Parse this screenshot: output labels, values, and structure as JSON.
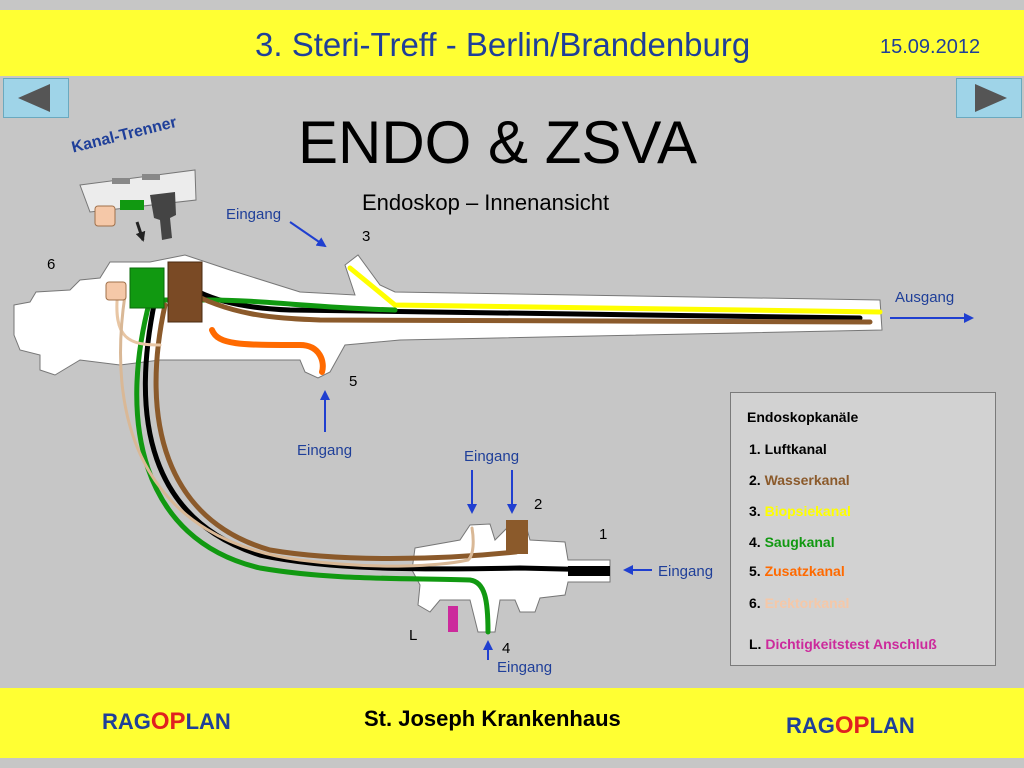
{
  "header": {
    "title": "3. Steri-Treff - Berlin/Brandenburg",
    "date": "15.09.2012"
  },
  "nav": {
    "prev_icon": "triangle-left-icon",
    "next_icon": "triangle-right-icon"
  },
  "main": {
    "title": "ENDO & ZSVA",
    "subtitle": "Endoskop – Innenansicht",
    "kanal_trenner": "Kanal-Trenner"
  },
  "labels": {
    "eingang": "Eingang",
    "ausgang": "Ausgang"
  },
  "numbers": {
    "n1": "1",
    "n2": "2",
    "n3": "3",
    "n4": "4",
    "n5": "5",
    "n6": "6",
    "nL": "L"
  },
  "legend": {
    "title": "Endoskopkanäle",
    "items": [
      {
        "num": "1.",
        "name": "Luftkanal",
        "color": "#000000"
      },
      {
        "num": "2.",
        "name": "Wasserkanal",
        "color": "#8b5a2b"
      },
      {
        "num": "3.",
        "name": "Biopsiekanal",
        "color": "#ffff00"
      },
      {
        "num": "4.",
        "name": "Saugkanal",
        "color": "#119911"
      },
      {
        "num": "5.",
        "name": "Zusatzkanal",
        "color": "#ff6a00"
      },
      {
        "num": "6.",
        "name": "Erektorkanal",
        "color": "#f5c8a8"
      },
      {
        "num": "L.",
        "name": "Dichtigkeitstest Anschluß",
        "color": "#cc2a9c"
      }
    ]
  },
  "footer": {
    "brand_left": {
      "a": "RAG",
      "b": "OP",
      "c": "LAN"
    },
    "center": "St. Joseph Krankenhaus",
    "brand_right": {
      "a": "RAG",
      "b": "OP",
      "c": "LAN"
    }
  }
}
